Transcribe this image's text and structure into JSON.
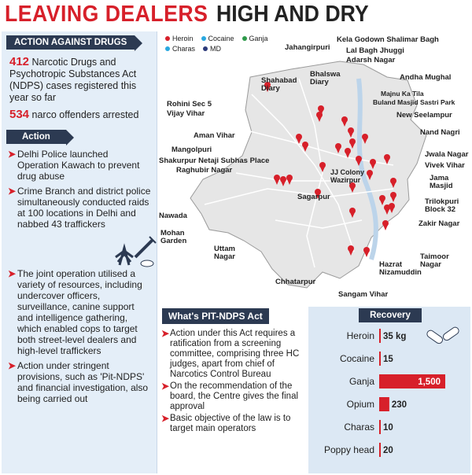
{
  "headline": {
    "red": "LEAVING DEALERS",
    "dark": "HIGH AND DRY"
  },
  "left": {
    "tag": "ACTION AGAINST DRUGS",
    "stat1_num": "412",
    "stat1_text": " Narcotic Drugs and Psychotropic Substances Act (NDPS) cases registered this year so far",
    "stat2_num": "534",
    "stat2_text": " narco offenders arrested",
    "action_tag": "Action",
    "bullets": [
      "Delhi Police launched Operation Kawach to prevent drug abuse",
      "Crime Branch and district police simultaneously conducted raids at 100 locations in Delhi and nabbed 43 traffickers",
      "The joint operation utilised a variety of resources, including undercover officers, surveillance, canine support and intelligence gathering, which enabled cops to target both street-level dealers and high-level traffickers",
      "Action under stringent provisions, such as 'Pit-NDPS' and financial investigation, also being carried out"
    ]
  },
  "legend": [
    {
      "label": "Heroin",
      "color": "#d7202a"
    },
    {
      "label": "Cocaine",
      "color": "#29a8e0"
    },
    {
      "label": "Ganja",
      "color": "#2e9a4a"
    },
    {
      "label": "Charas",
      "color": "#29a8e0"
    },
    {
      "label": "MD",
      "color": "#2c3a7a"
    }
  ],
  "locations": {
    "kela_godown": "Kela Godown Shalimar Bagh",
    "jahangirpuri": "Jahangirpuri",
    "lal_bagh": "Lal Bagh Jhuggi",
    "adarsh_nagar": "Adarsh Nagar",
    "shahabad": "Shahabad Diary",
    "bhalswa": "Bhalswa Diary",
    "andha_mughal": "Andha Mughal",
    "majnu": "Majnu Ka Tila",
    "buland": "Buland Masjid Sastri Park",
    "rohini": "Rohini Sec 5",
    "vijay_vihar": "Vijay Vihar",
    "new_seelampur": "New Seelampur",
    "aman_vihar": "Aman Vihar",
    "nand_nagri": "Nand Nagri",
    "mangolpuri": "Mangolpuri",
    "shakurpur": "Shakurpur Netaji Subhas Place",
    "raghubir": "Raghubir Nagar",
    "jwala": "Jwala Nagar",
    "vivek": "Vivek Vihar",
    "jama": "Jama Masjid",
    "ji_colony": "JJ Colony Wazirpur",
    "sagarpur": "Sagarpur",
    "trilokpuri": "Trilokpuri Block 32",
    "nawada": "Nawada",
    "zakir": "Zakir Nagar",
    "mohan_garden": "Mohan Garden",
    "uttam": "Uttam Nagar",
    "taimoor": "Taimoor Nagar",
    "hazrat": "Hazrat Nizamuddin",
    "chhatarpur": "Chhatarpur",
    "sangam": "Sangam Vihar"
  },
  "pit": {
    "tag": "What's PIT-NDPS Act",
    "bullets": [
      "Action under this Act requires a ratification from a screening committee, comprising three HC judges, apart from chief of Narcotics Control Bureau",
      "On the recommendation of the board, the Centre gives the final approval",
      "Basic objective of the law is to target main operators"
    ]
  },
  "chart_data": {
    "type": "bar",
    "title": "Recovery",
    "categories": [
      "Heroin",
      "Cocaine",
      "Ganja",
      "Opium",
      "Charas",
      "Poppy head"
    ],
    "labels": [
      "35 kg",
      "15",
      "1,500",
      "230",
      "10",
      "20"
    ],
    "values": [
      35,
      15,
      1500,
      230,
      10,
      20
    ],
    "bar_color": "#d7202a",
    "xlim": [
      0,
      1500
    ]
  }
}
